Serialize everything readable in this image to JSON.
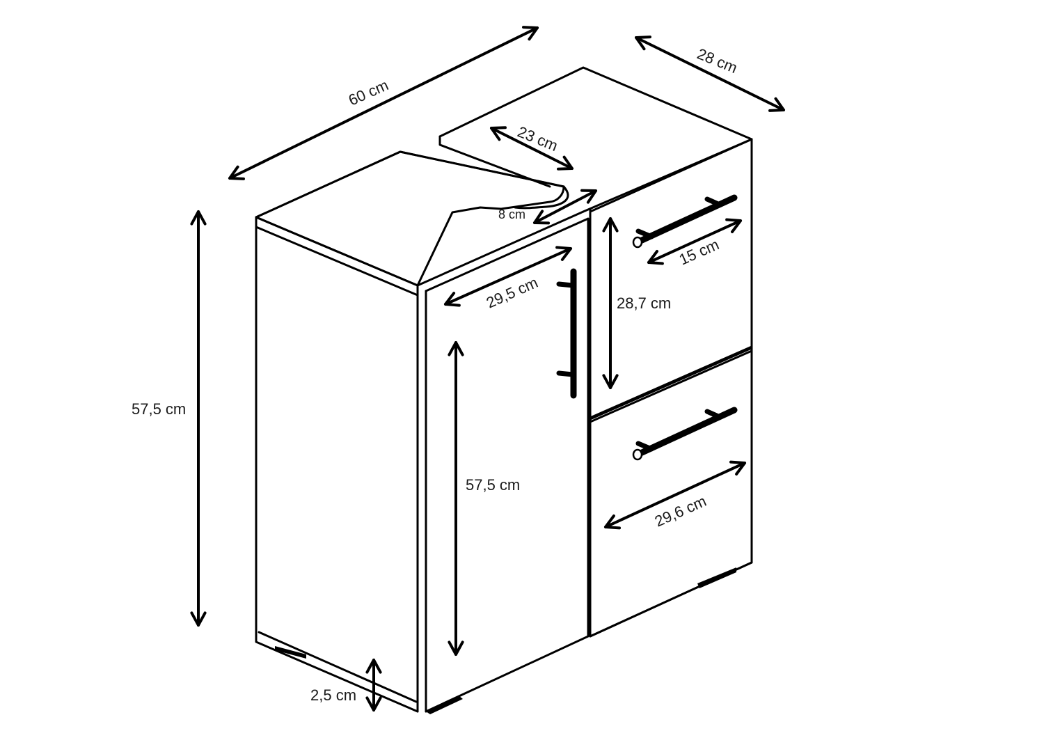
{
  "colors": {
    "background": "#ffffff",
    "line": "#000000",
    "text": "#1a1a1a"
  },
  "dimensions": {
    "width_top": "60 cm",
    "depth_top": "28 cm",
    "cutout_length": "23 cm",
    "cutout_width": "8 cm",
    "handle_length": "15 cm",
    "door_width": "29,5 cm",
    "drawer_height": "28,7 cm",
    "overall_height": "57,5 cm",
    "door_height": "57,5 cm",
    "drawer_width": "29,6 cm",
    "plinth_height": "2,5 cm"
  }
}
